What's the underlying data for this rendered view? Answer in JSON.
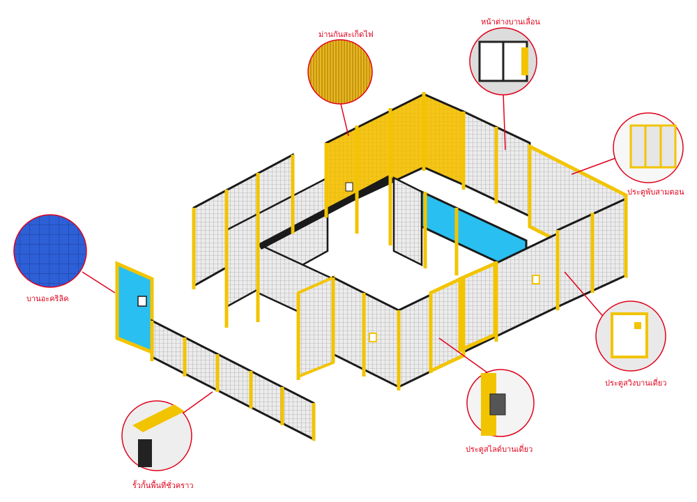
{
  "colors": {
    "frame_yellow": "#f2c400",
    "frame_dark": "#1a1a1a",
    "mesh_gray": "#e6e6e6",
    "mesh_line": "#8a8a8a",
    "acrylic_blue": "#29bff0",
    "yellow_panel": "#f5c518",
    "callout_red": "#e0001b"
  },
  "callouts": [
    {
      "id": "fire-curtain",
      "label": "ม่านกันสะเก็ดไฟ",
      "icon": "fire-curtain-photo"
    },
    {
      "id": "sliding-window",
      "label": "หน้าต่างบานเลื่อน",
      "icon": "sliding-window-photo"
    },
    {
      "id": "tri-fold-door",
      "label": "ประตูพับสามตอน",
      "icon": "folding-door-photo"
    },
    {
      "id": "acrylic-panel",
      "label": "บานอะคริลิค",
      "icon": "acrylic-panel-photo"
    },
    {
      "id": "single-swing-door",
      "label": "ประตูสวิงบานเดี่ยว",
      "icon": "swing-door-photo"
    },
    {
      "id": "single-sliding-door",
      "label": "ประตูสไลด์บานเดี่ยว",
      "icon": "sliding-door-photo"
    },
    {
      "id": "temporary-fence",
      "label": "รั้วกั้นพื้นที่ชั่วคราว",
      "icon": "temporary-fence-photo"
    }
  ]
}
